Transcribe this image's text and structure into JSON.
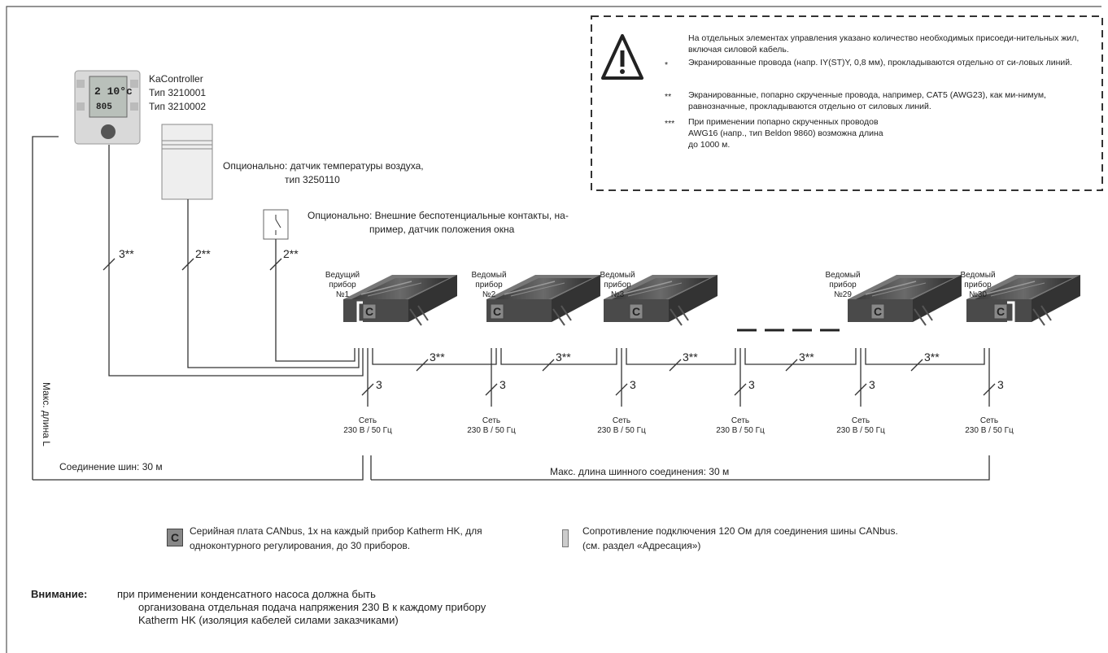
{
  "notice": {
    "intro": "На отдельных элементах управления  указано количество необходимых присоеди-нительных жил, включая силовой кабель.",
    "items": [
      {
        "mark": "*",
        "text": "Экранированные провода (напр. IY(ST)Y, 0,8 мм), прокладываются отдельно от си-ловых линий."
      },
      {
        "mark": "**",
        "text": "Экранированные, попарно скрученные провода, например, CAT5 (AWG23), как ми-нимум, равнозначные, прокладываются отдельно от силовых линий."
      },
      {
        "mark": "***",
        "text": "При применении попарно скрученных проводов AWG16 (напр., тип Beldon 9860) возможна длина до 1000 м."
      }
    ]
  },
  "controller": {
    "name": "KaController",
    "type1": "Тип 3210001",
    "type2": "Тип 3210002",
    "screen_temp": "2 10°c",
    "screen_time": "805"
  },
  "sensor": {
    "line1": "Опционально: датчик температуры воздуха,",
    "line2": "тип 3250110"
  },
  "contacts": {
    "line1": "Опционально: Внешние беспотенциальные контакты, на-",
    "line2": "пример, датчик положения окна"
  },
  "cable_labels": {
    "controller": "3**",
    "sensor": "2**",
    "contacts": "2**",
    "bus": "3**",
    "power": "3"
  },
  "devices": [
    {
      "role": "Ведущий",
      "word": "прибор",
      "num": "№1"
    },
    {
      "role": "Ведомый",
      "word": "прибор",
      "num": "№2"
    },
    {
      "role": "Ведомый",
      "word": "прибор",
      "num": "№3"
    },
    {
      "role": "Ведомый",
      "word": "прибор",
      "num": "№29"
    },
    {
      "role": "Ведомый",
      "word": "прибор",
      "num": "№30"
    }
  ],
  "mains": {
    "line1": "Сеть",
    "line2": "230 В / 50 Гц"
  },
  "max_length_vertical": "Макс. длина L",
  "bus_connection": "Соединение шин: 30 м",
  "bus_max_length": "Макс. длина шинного соединения: 30 м",
  "legend": {
    "c_badge": "C",
    "c_line1": "Серийная плата CANbus, 1x на каждый прибор Katherm HK, для",
    "c_line2": "одноконтурного регулирования, до 30 приборов.",
    "r_line1": "Сопротивление подключения 120 Ом для соединения шины CANbus.",
    "r_line2": "(см. раздел «Адресация»)"
  },
  "warning": {
    "label": "Внимание:",
    "line1": "при применении конденсатного насоса должна быть",
    "line2": "организована отдельная подача напряжения 230 В к каждому прибору",
    "line3": "Katherm HK (изоляция кабелей силами заказчиками)"
  }
}
